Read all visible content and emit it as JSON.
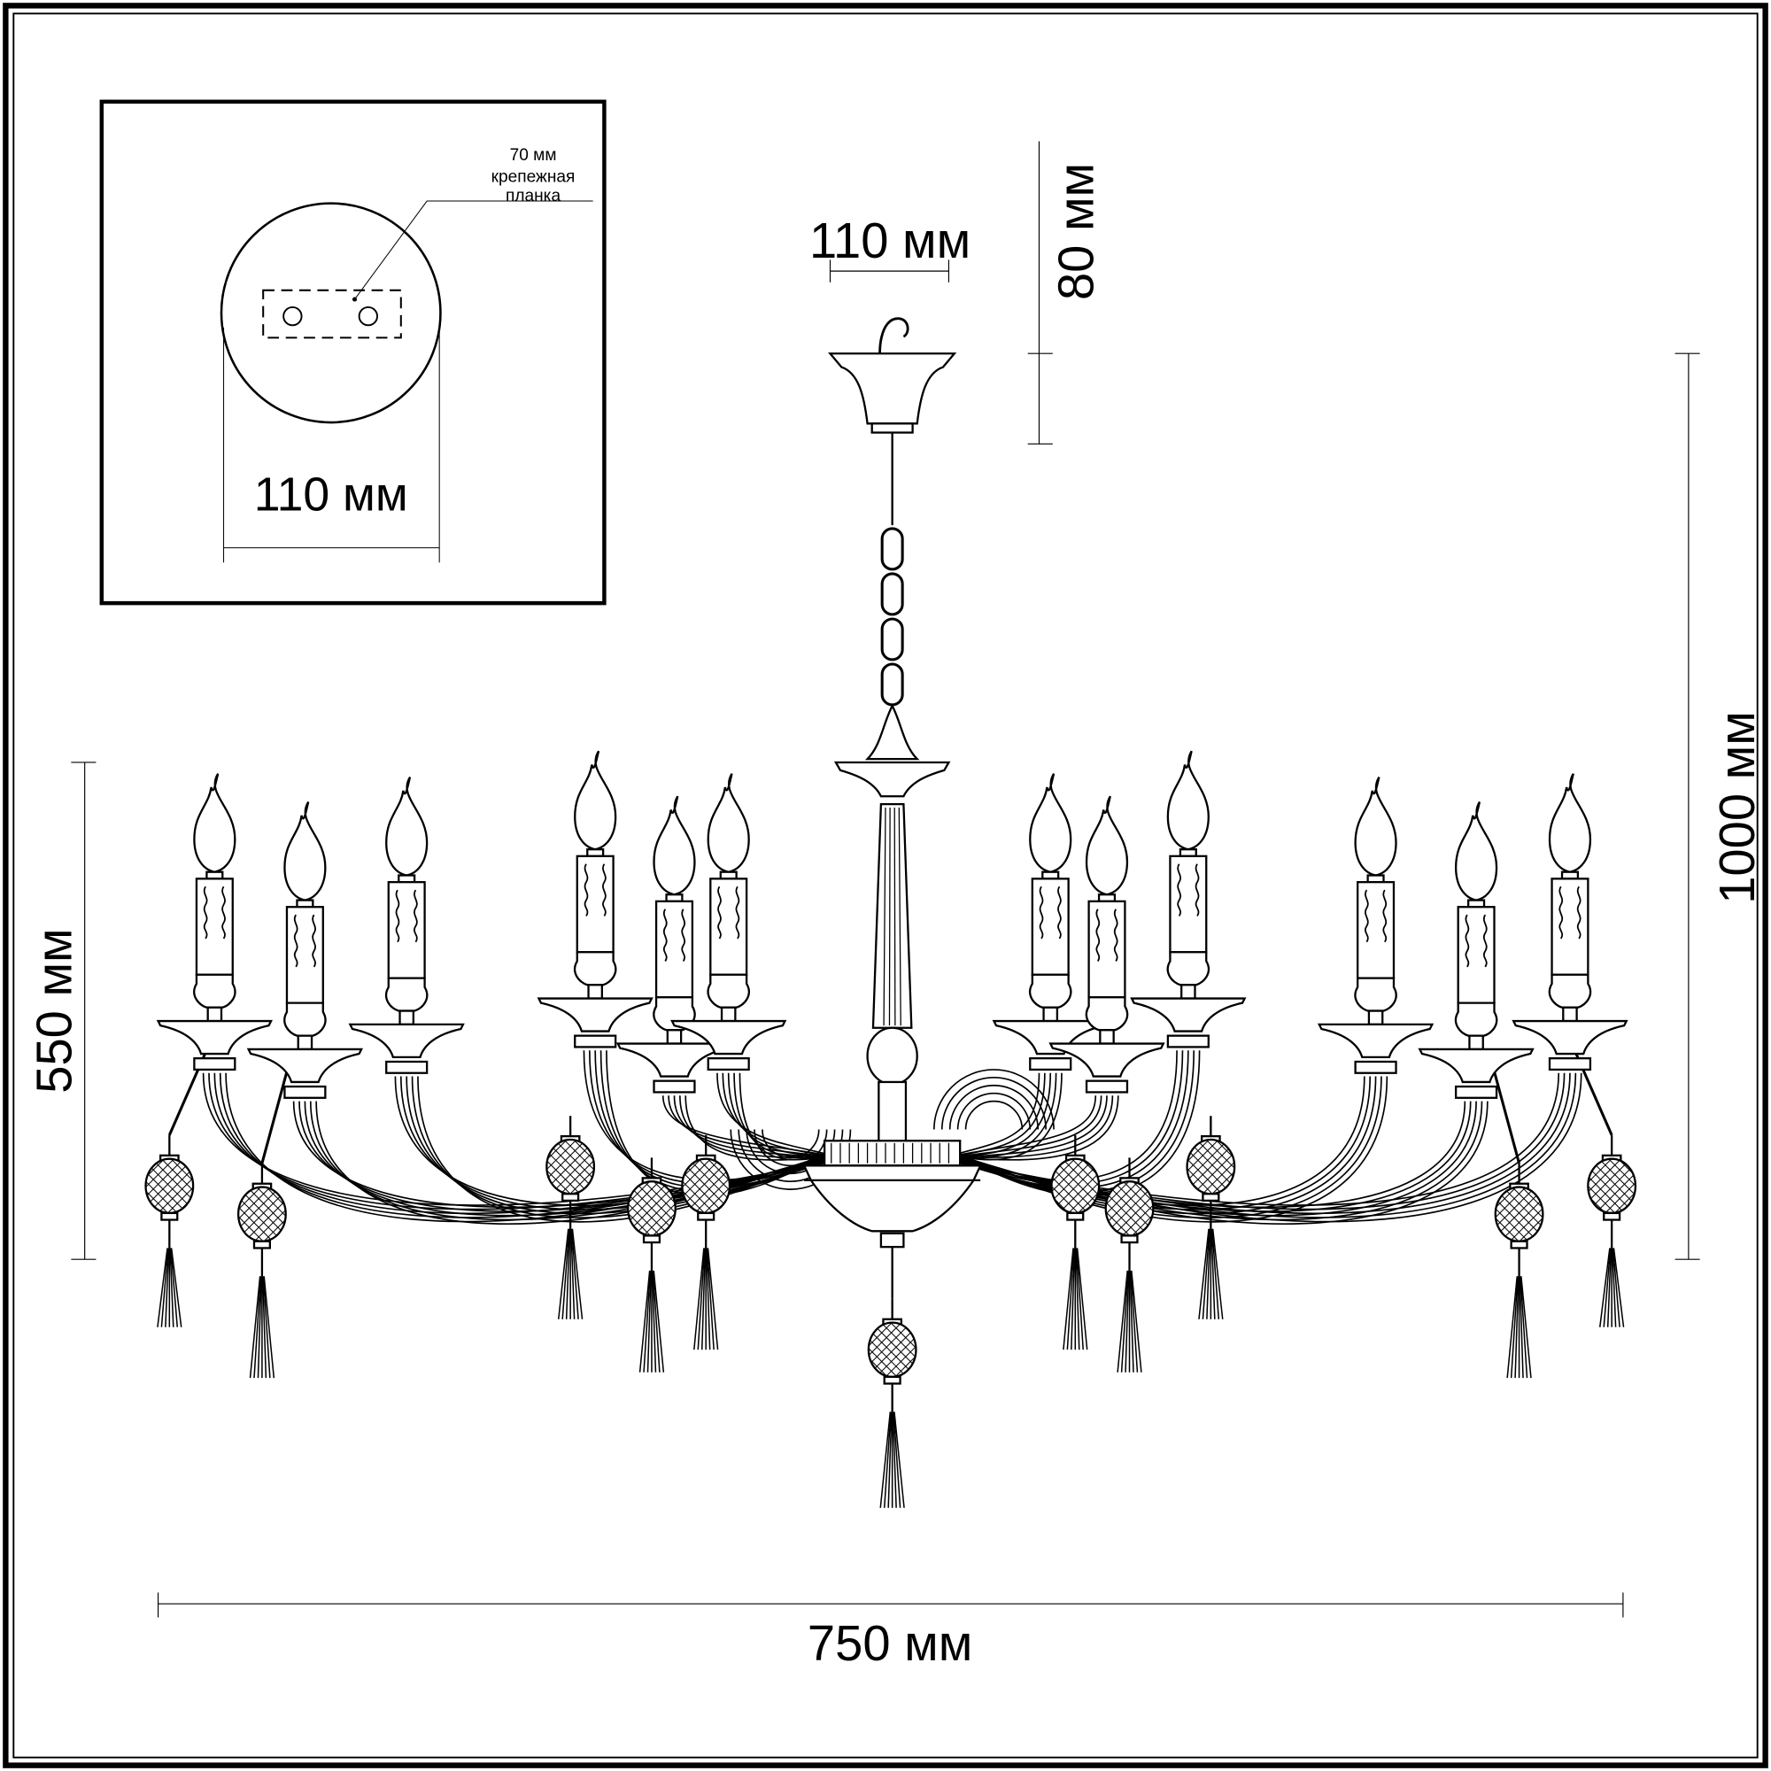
{
  "inset": {
    "plate_size": "70 мм",
    "plate_label_line1": "крепежная",
    "plate_label_line2": "планка",
    "canopy_diameter": "110 мм"
  },
  "dimensions": {
    "canopy_width": "110 мм",
    "canopy_height": "80 мм",
    "total_height": "1000 мм",
    "body_height": "550 мм",
    "total_width": "750 мм"
  },
  "colors": {
    "line": "#000000",
    "background": "#ffffff"
  }
}
